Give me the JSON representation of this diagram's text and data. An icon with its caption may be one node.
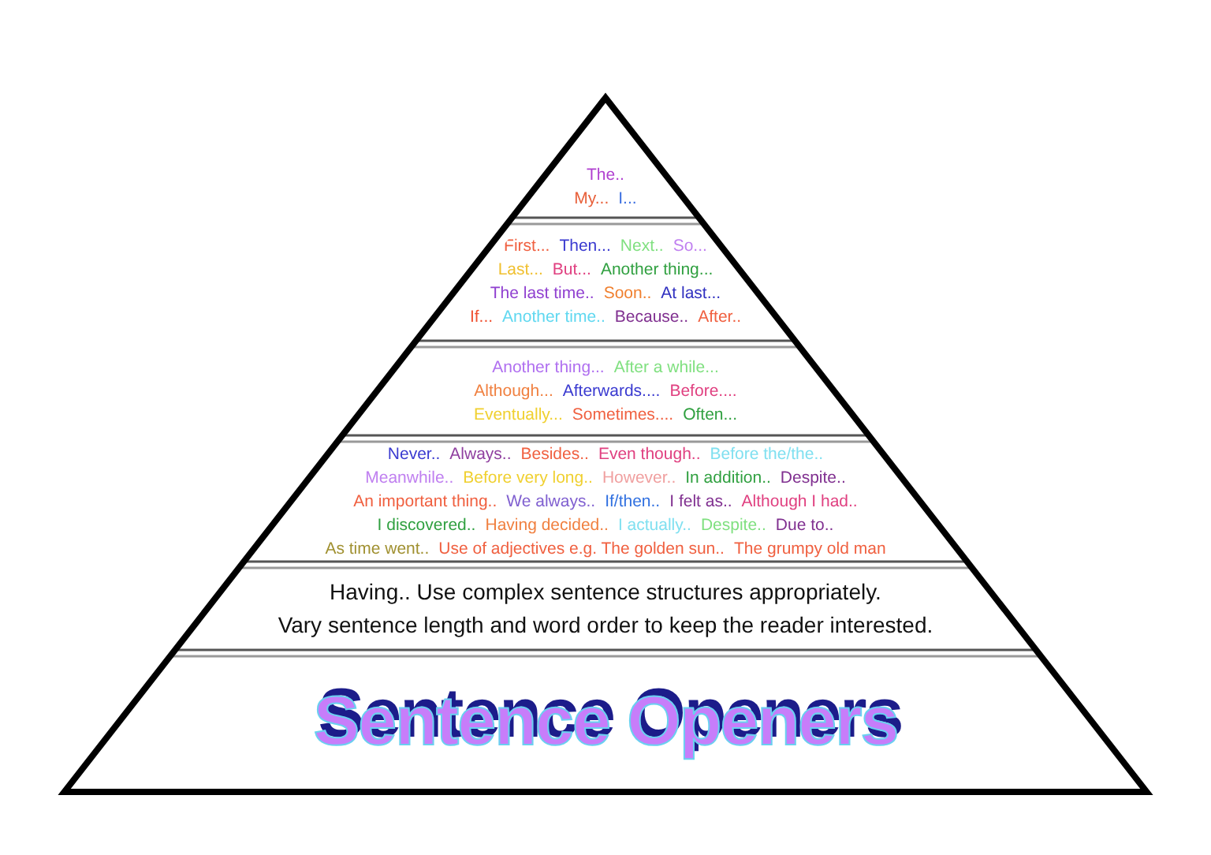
{
  "diagram": {
    "nodes": [
      {
        "text": [
          "The..",
          "My...",
          "I..."
        ]
      },
      {
        "text": [
          "First...",
          "Then...",
          "Next..",
          "So...",
          "Last...",
          "But...",
          "Another thing...",
          "The last time..",
          "Soon..",
          "At last...",
          "If...",
          "Another time..",
          "Because..",
          "After.."
        ]
      },
      {
        "text": [
          "Another thing...",
          "After a while...",
          "Although...",
          "Afterwards....",
          "Before....",
          "Eventually...",
          "Sometimes....",
          "Often..."
        ]
      },
      {
        "text": [
          "Never..",
          "Always..",
          "Besides..",
          "Even though..",
          "Before the/the..",
          "Meanwhile..",
          "Before very long..",
          "However..",
          "In addition..",
          "Despite..",
          "An important thing..",
          "We always..",
          "If/then..",
          "I felt as..",
          "Although I had..",
          "I discovered..",
          "Having decided..",
          "I actually..",
          "Despite..",
          "Due to..",
          "As time went..",
          "Use of adjectives e.g. The golden sun..",
          "The grumpy old man"
        ]
      },
      {
        "text": [
          "Having.. Use complex sentence structures appropriately.",
          "Vary sentence length and word order to keep the reader interested."
        ]
      },
      {
        "text": [
          "Sentence Openers"
        ]
      }
    ]
  }
}
